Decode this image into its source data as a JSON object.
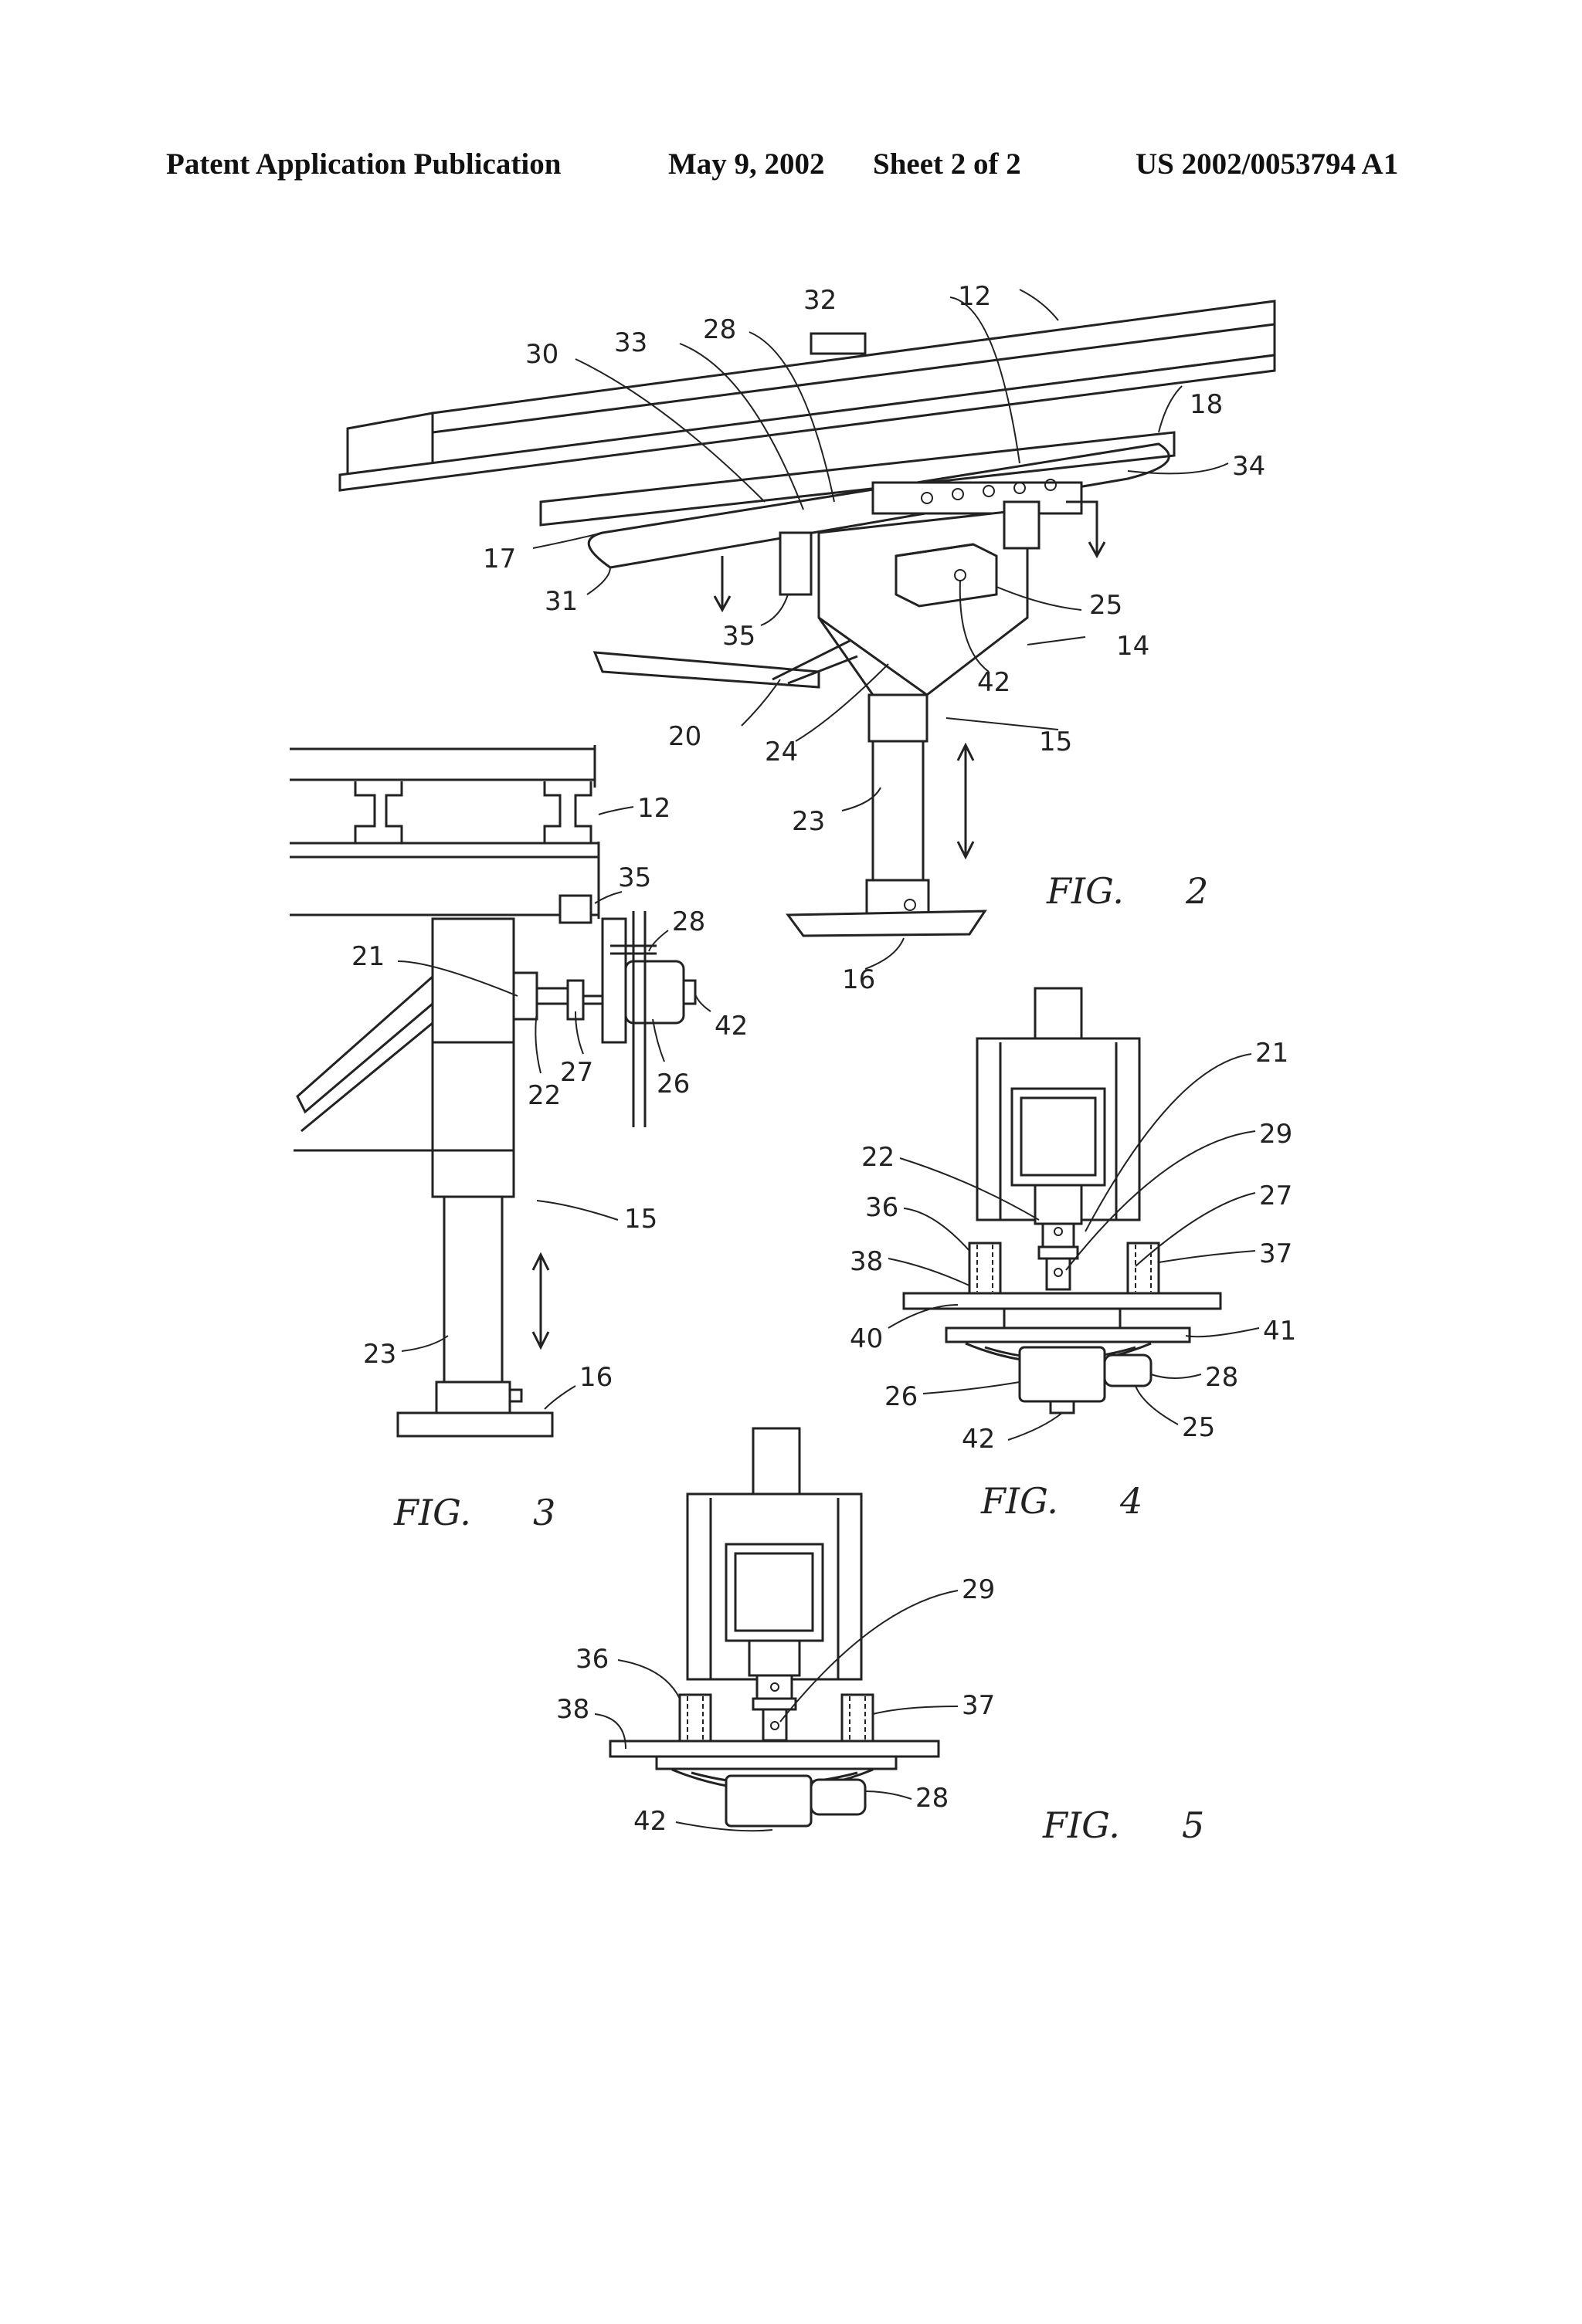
{
  "header": {
    "publication": "Patent Application Publication",
    "date": "May 9, 2002",
    "sheet": "Sheet 2 of 2",
    "number": "US 2002/0053794 A1"
  },
  "figures": {
    "fig2": {
      "label": "FIG.",
      "num": "2"
    },
    "fig3": {
      "label": "FIG.",
      "num": "3"
    },
    "fig4": {
      "label": "FIG.",
      "num": "4"
    },
    "fig5": {
      "label": "FIG.",
      "num": "5"
    }
  },
  "refs": {
    "fig2": [
      "12",
      "32",
      "28",
      "33",
      "30",
      "18",
      "34",
      "17",
      "31",
      "35",
      "25",
      "14",
      "42",
      "20",
      "24",
      "15",
      "23",
      "16"
    ],
    "fig3": [
      "12",
      "35",
      "28",
      "21",
      "42",
      "27",
      "22",
      "26",
      "15",
      "23",
      "16"
    ],
    "fig4": [
      "21",
      "29",
      "22",
      "27",
      "36",
      "37",
      "38",
      "40",
      "41",
      "28",
      "26",
      "25",
      "42"
    ],
    "fig5": [
      "29",
      "36",
      "38",
      "37",
      "28",
      "42"
    ]
  }
}
